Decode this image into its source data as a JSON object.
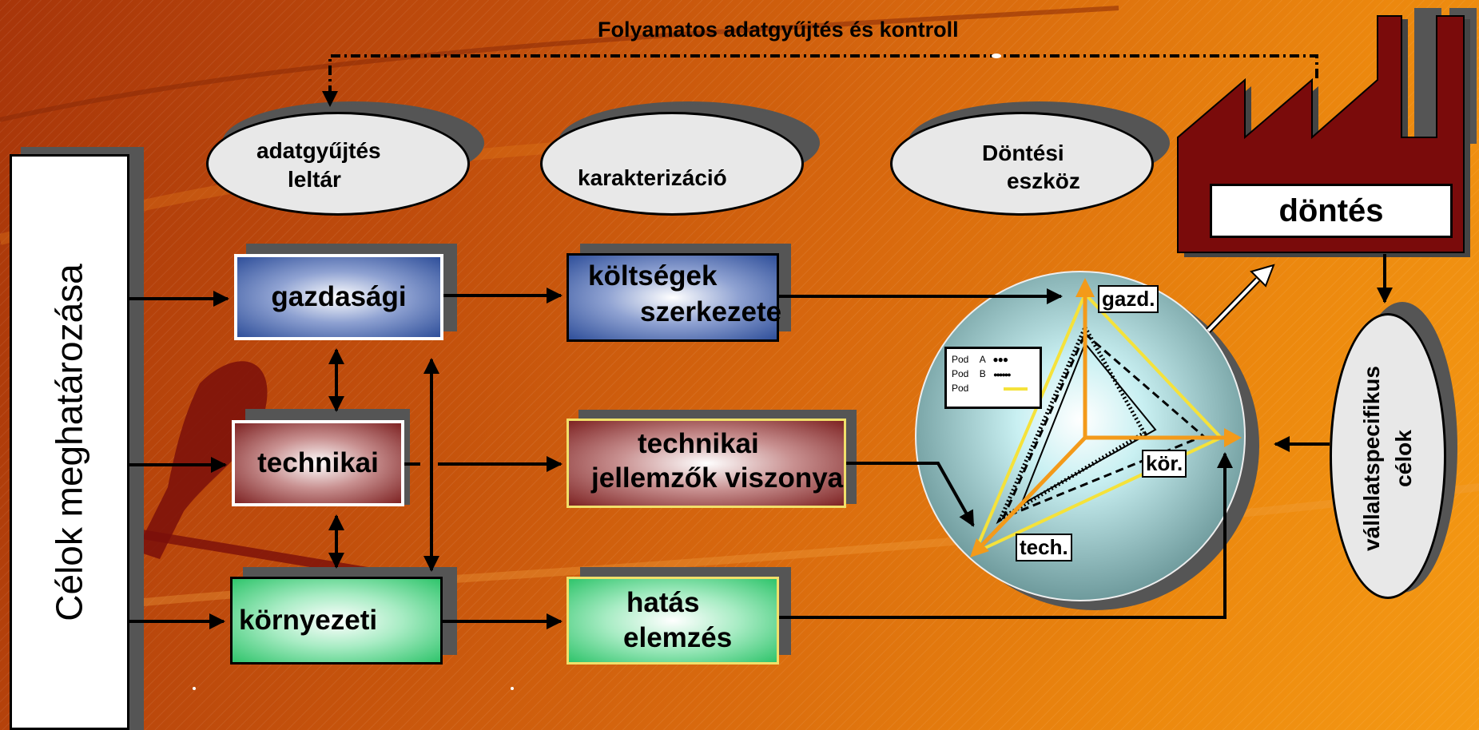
{
  "title": "Folyamatos adatgyűjtés és kontroll",
  "left_panel": "Célok meghatározása",
  "ovals": {
    "inventory_l1": "adatgyűjtés",
    "inventory_l2": "leltár",
    "characterization": "karakterizáció",
    "decision_tool_l1": "Döntési",
    "decision_tool_l2": "eszköz"
  },
  "categories": {
    "economic": "gazdasági",
    "technical": "technikai",
    "environmental": "környezeti"
  },
  "results": {
    "cost_l1": "költségek",
    "cost_l2": "szerkezete",
    "tech_l1": "technikai",
    "tech_l2": "jellemzők viszonya",
    "impact_l1": "hatás",
    "impact_l2": "elemzés"
  },
  "factory": {
    "decision": "döntés"
  },
  "radar": {
    "axis_econ": "gazd.",
    "axis_env": "kör.",
    "axis_tech": "tech.",
    "legend": [
      {
        "label": "Pod",
        "series": "A"
      },
      {
        "label": "Pod",
        "series": "B"
      },
      {
        "label": "Pod",
        "series": ""
      }
    ]
  },
  "goals_l1": "vállalatspecifikus",
  "goals_l2": "célok",
  "colors": {
    "factory": "#7a0b0b",
    "blue": "#2f4f9a",
    "red": "#7e2323",
    "green": "#2fc46b"
  }
}
